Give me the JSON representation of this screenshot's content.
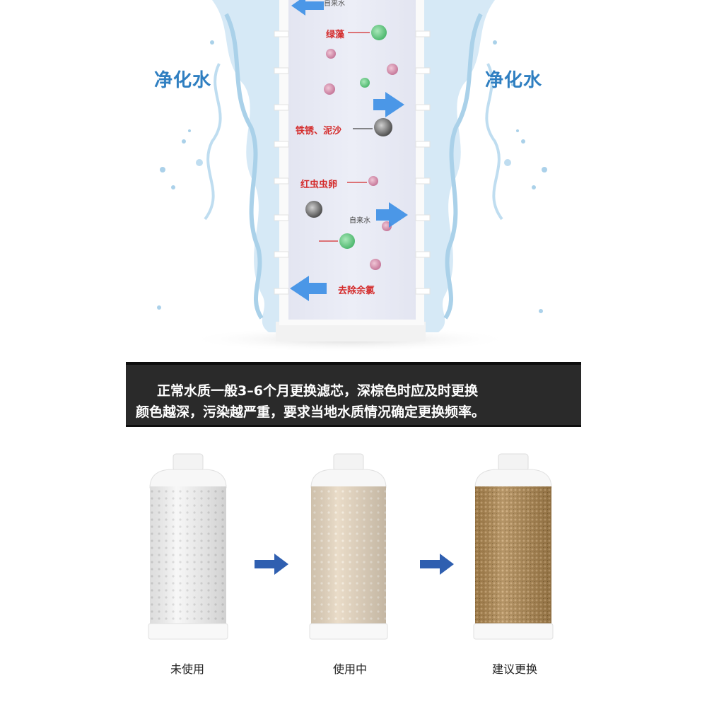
{
  "diagram": {
    "side_label_left": "净化水",
    "side_label_right": "净化水",
    "top_label": "自来水",
    "labels": {
      "algae": "绿藻",
      "rust_sand": "铁锈、泥沙",
      "larvae": "红虫虫卵",
      "tap_water": "自来水",
      "chlorine": "去除余氯"
    },
    "colors": {
      "blue_text": "#2f7fc1",
      "red_text": "#d42a2a",
      "arrow_blue": "#3a8ee6"
    }
  },
  "banner": {
    "line1": "正常水质一般3–6个月更换滤芯，深棕色时应及时更换",
    "line2": "颜色越深，污染越严重，要求当地水质情况确定更换频率。"
  },
  "cartridges": [
    {
      "caption": "未使用",
      "color": "#f6f6f6"
    },
    {
      "caption": "使用中",
      "color": "#e6d6bf"
    },
    {
      "caption": "建议更换",
      "color": "#a8824c"
    }
  ],
  "icons": [
    "water-splash-icon",
    "flow-arrow-icon",
    "right-arrow-icon"
  ]
}
